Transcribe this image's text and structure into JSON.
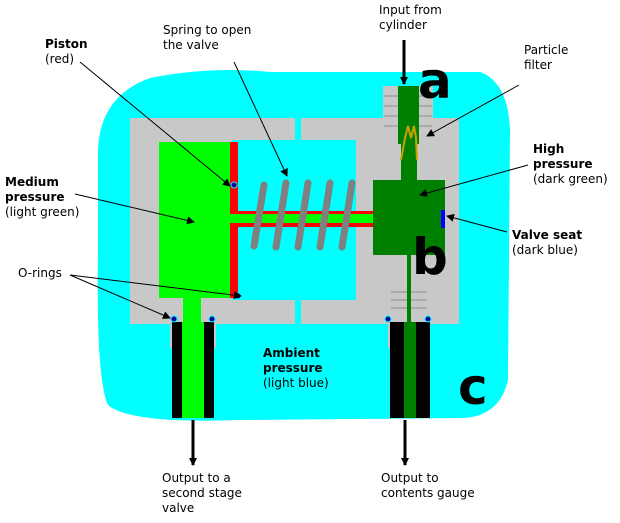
{
  "colors": {
    "ambient": "#00ffff",
    "body": "#c8c8c8",
    "medium": "#00ff00",
    "high": "#008000",
    "piston": "#ff0000",
    "seat": "#0000ff",
    "spring": "#808080",
    "hose": "#000000",
    "filter": "#c8a000"
  },
  "labels": {
    "input": {
      "line1": "Input from",
      "line2": "cylinder"
    },
    "spring": {
      "line1": "Spring to open",
      "line2": "the valve"
    },
    "piston": {
      "title": "Piston",
      "sub": "(red)"
    },
    "filter": {
      "line1": "Particle",
      "line2": "filter"
    },
    "medium": {
      "line1": "Medium",
      "line2": "pressure",
      "sub": "(light green)"
    },
    "high": {
      "line1": "High",
      "line2": "pressure",
      "sub": "(dark green)"
    },
    "seat": {
      "title": "Valve seat",
      "sub": "(dark blue)"
    },
    "orings": {
      "text": "O-rings"
    },
    "ambient": {
      "line1": "Ambient",
      "line2": "pressure",
      "sub": "(light blue)"
    },
    "out_left": {
      "line1": "Output to a",
      "line2": "second stage",
      "line3": "valve"
    },
    "out_right": {
      "line1": "Output to",
      "line2": "contents gauge"
    }
  },
  "letters": {
    "a": "a",
    "b": "b",
    "c": "c"
  }
}
